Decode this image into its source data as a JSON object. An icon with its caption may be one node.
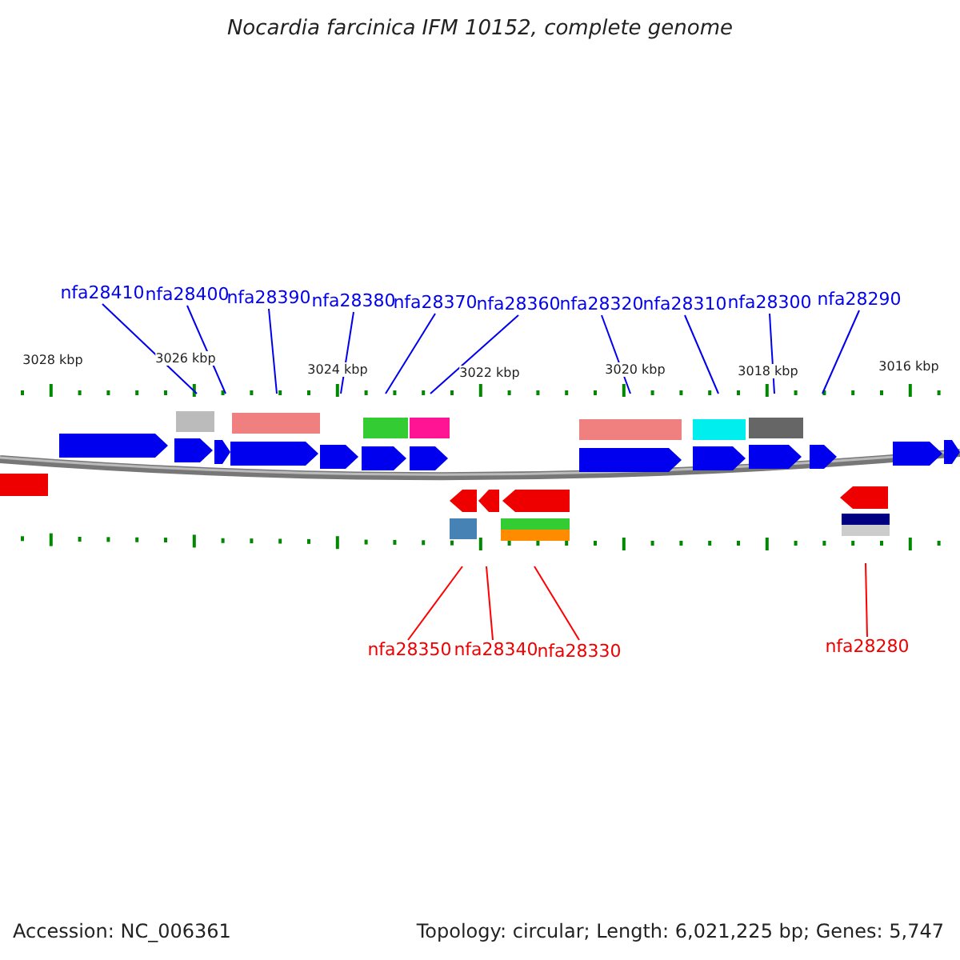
{
  "diagram": {
    "title": "Nocardia farcinica IFM 10152, complete genome",
    "nodes": [
      {
        "text": [
          "nfa28410"
        ]
      },
      {
        "text": [
          "nfa28400"
        ]
      },
      {
        "text": [
          "nfa28390"
        ]
      },
      {
        "text": [
          "nfa28380"
        ]
      },
      {
        "text": [
          "nfa28370"
        ]
      },
      {
        "text": [
          "nfa28360"
        ]
      },
      {
        "text": [
          "nfa28320"
        ]
      },
      {
        "text": [
          "nfa28310"
        ]
      },
      {
        "text": [
          "nfa28300"
        ]
      },
      {
        "text": [
          "nfa28290"
        ]
      },
      {
        "text": [
          "nfa28350"
        ]
      },
      {
        "text": [
          "nfa28340"
        ]
      },
      {
        "text": [
          "nfa28330"
        ]
      },
      {
        "text": [
          "nfa28280"
        ]
      }
    ],
    "edges": [
      {
        "from": 0,
        "to": null,
        "arrow": "none"
      },
      {
        "from": 1,
        "to": null,
        "arrow": "none"
      },
      {
        "from": 2,
        "to": null,
        "arrow": "none"
      },
      {
        "from": 3,
        "to": null,
        "arrow": "none"
      },
      {
        "from": 4,
        "to": null,
        "arrow": "none"
      },
      {
        "from": 5,
        "to": null,
        "arrow": "none"
      },
      {
        "from": 6,
        "to": null,
        "arrow": "none"
      },
      {
        "from": 7,
        "to": null,
        "arrow": "none"
      },
      {
        "from": 8,
        "to": null,
        "arrow": "none"
      },
      {
        "from": 9,
        "to": null,
        "arrow": "none"
      },
      {
        "from": 10,
        "to": null,
        "arrow": "none",
        "color": "#ff0000"
      },
      {
        "from": 11,
        "to": null,
        "arrow": "none",
        "color": "#ff0000"
      },
      {
        "from": 12,
        "to": null,
        "arrow": "none",
        "color": "#ff0000"
      },
      {
        "from": 13,
        "to": null,
        "arrow": "none",
        "color": "#ff0000"
      }
    ],
    "labels": [
      "3028 kbp",
      "3026 kbp",
      "3024 kbp",
      "3022 kbp",
      "3020 kbp",
      "3018 kbp",
      "3016 kbp",
      "Accession: NC_006361",
      "Topology: circular; Length: 6,021,225 bp; Genes: 5,747"
    ]
  }
}
